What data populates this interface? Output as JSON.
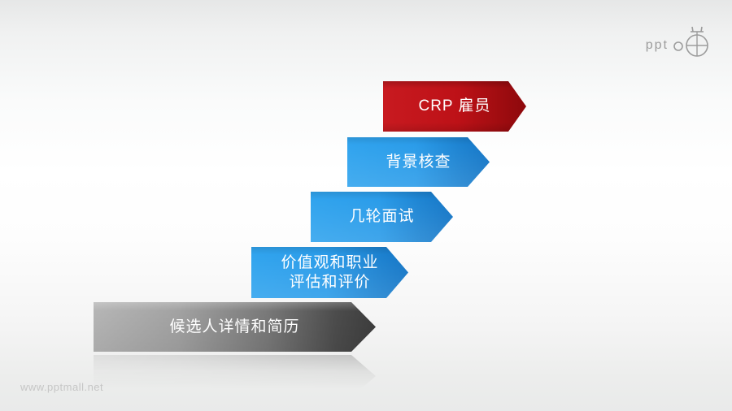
{
  "slide": {
    "watermark": "www.pptmall.net",
    "logo": {
      "text": "ppt",
      "icon": "pptmall-compass-icon"
    },
    "background": {
      "top": "#e6e7e7",
      "middle": "#ffffff",
      "bottom": "#e9eaea"
    }
  },
  "colors": {
    "red_start": "#c81a20",
    "red_end": "#8d080c",
    "blue_start": "#31a4ee",
    "blue_end": "#1576c6",
    "gray_start": "#b5b5b5",
    "gray_end": "#3d3d3d",
    "step_text": "#ffffff"
  },
  "diagram": {
    "type": "staircase-process",
    "steps": [
      {
        "lines": [
          "CRP 雇员"
        ],
        "variant": "red",
        "reflection": false
      },
      {
        "lines": [
          "背景核查"
        ],
        "variant": "blue",
        "reflection": false
      },
      {
        "lines": [
          "几轮面试"
        ],
        "variant": "blue",
        "reflection": false
      },
      {
        "lines": [
          "价值观和职业",
          "评估和评价"
        ],
        "variant": "blue",
        "reflection": false
      },
      {
        "lines": [
          "候选人详情和简历"
        ],
        "variant": "gray",
        "reflection": true
      }
    ]
  }
}
